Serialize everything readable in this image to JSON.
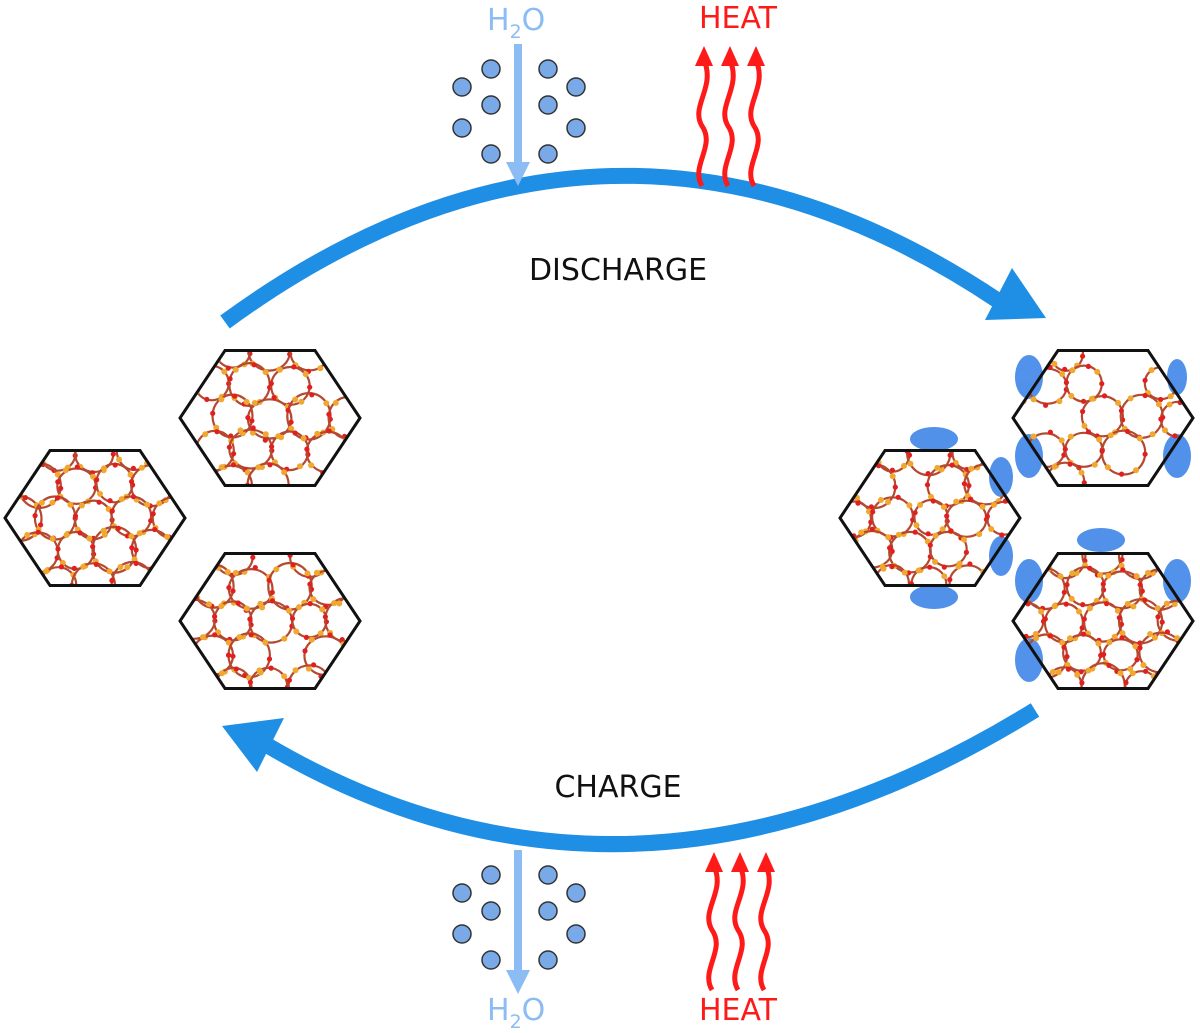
{
  "labels": {
    "discharge": "DISCHARGE",
    "charge": "CHARGE"
  },
  "top": {
    "water_base": "H",
    "water_sub": "2",
    "water_end": "O",
    "heat": "HEAT"
  },
  "bottom": {
    "water_base": "H",
    "water_sub": "2",
    "water_end": "O",
    "heat": "HEAT"
  },
  "colors": {
    "cycle_arrow": "#1f8fe6",
    "water_arrow": "#8cbcf4",
    "water_text": "#8cbcf4",
    "water_molecule": "#7aa9e8",
    "heat": "#ff1a1a",
    "framework_bond": "#b5492f",
    "oxygen_atom": "#e02020",
    "silicon_atom": "#f0a830",
    "adsorbed_water": "#3f86e8"
  },
  "icons": {
    "water_molecule": "circle",
    "heat_wave": "wavy-arrow",
    "framework": "hexagon"
  }
}
